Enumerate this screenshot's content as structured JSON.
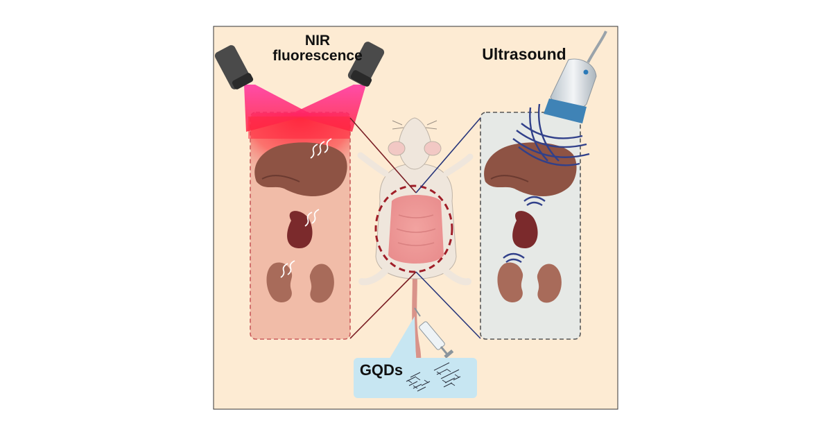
{
  "labels": {
    "nir": "NIR fluorescence",
    "nir_line1": "NIR",
    "nir_line2": "fluorescence",
    "ultrasound": "Ultrasound",
    "gqds": "GQDs"
  },
  "colors": {
    "background": "#fdebd3",
    "frame": "#333333",
    "nir_glow": "#ff2a3a",
    "nir_panel": "#f0b7a4",
    "us_panel": "#e6e9e6",
    "organ_liver": "#8f4f40",
    "organ_spleen": "#7a2a2a",
    "organ_kidney": "#a86b5a",
    "connector_red": "#7a1e24",
    "connector_blue": "#27357a",
    "gqd_box": "#c7e6f2"
  },
  "icons": [
    "nir-camera-icon",
    "ultrasound-probe-icon",
    "mouse-icon",
    "syringe-icon",
    "liver-icon",
    "spleen-icon",
    "kidney-icon",
    "sound-wave-icon",
    "emission-arrow-icon",
    "gqd-particle-icon"
  ]
}
